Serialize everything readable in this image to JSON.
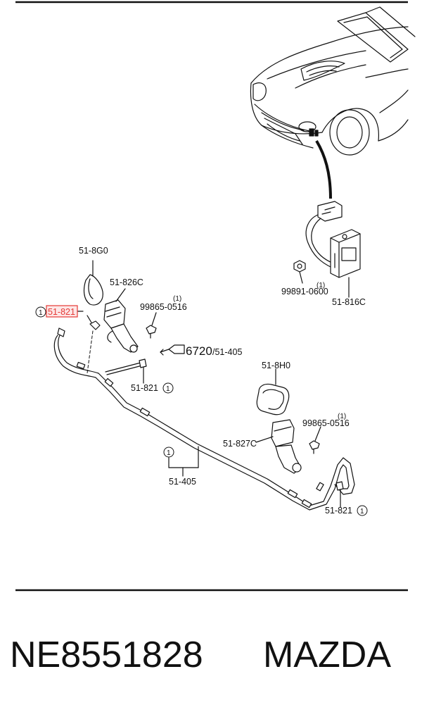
{
  "labels": {
    "p_51_8g0": "51-8G0",
    "p_51_826c": "51-826C",
    "p_51_821_highlight": "51-821",
    "p_99865_0516_a": "99865-0516",
    "p_6720": "6720",
    "p_6720_ref": "/51-405",
    "p_51_821_b": "51-821",
    "p_99891_0600": "99891-0600",
    "p_51_816c": "51-816C",
    "p_51_8h0": "51-8H0",
    "p_99865_0516_b": "99865-0516",
    "p_51_827c": "51-827C",
    "p_51_405": "51-405",
    "p_51_821_c": "51-821",
    "note_mark": "1",
    "note_sup": "(1)"
  },
  "footer": {
    "part_number": "NE8551828",
    "brand": "MAZDA"
  },
  "colors": {
    "highlight": "#e53935",
    "highlight_fill": "#fde7e7",
    "ink": "#111111"
  }
}
